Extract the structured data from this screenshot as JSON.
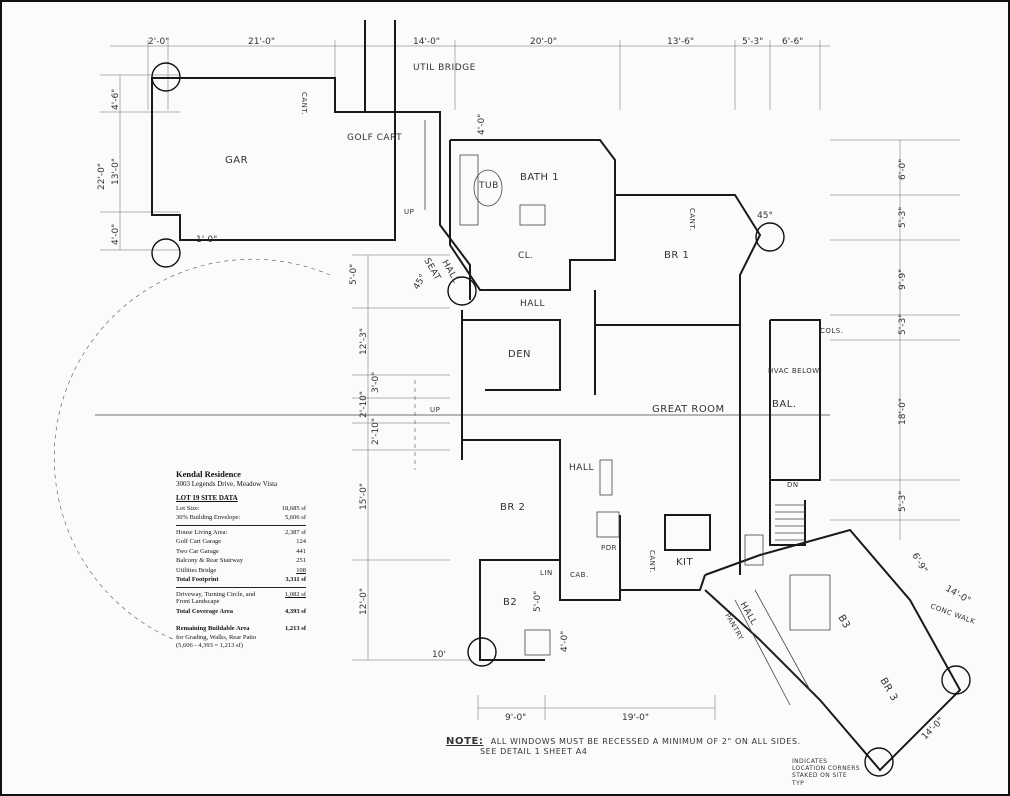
{
  "rooms": {
    "garage": "GAR",
    "golf_cart": "GOLF CART",
    "util_bridge": "UTIL BRIDGE",
    "bath1": "BATH 1",
    "tub": "TUB",
    "closet": "CL.",
    "br1": "BR 1",
    "hall_top": "HALL",
    "hall_diag": "HALL",
    "seat": "SEAT",
    "den": "DEN",
    "great_room": "GREAT ROOM",
    "bal": "BAL.",
    "hvac": "HVAC BELOW",
    "br2": "BR 2",
    "hall_mid": "HALL",
    "lin": "LIN",
    "cab": "CAB.",
    "pdr": "PDR",
    "kit": "KIT",
    "b2": "B2",
    "hall_lower": "HALL",
    "pantry": "PANTRY",
    "b3": "B3",
    "br3": "BR 3",
    "conc_walk": "CONC WALK",
    "cols": "COLS.",
    "cant": "CANT.",
    "up": "UP",
    "dn": "DN"
  },
  "dims": {
    "top": [
      "2'-0\"",
      "21'-0\"",
      "14'-0\"",
      "20'-0\"",
      "13'-6\"",
      "5'-3\"",
      "6'-6\""
    ],
    "left": [
      "4'-6\"",
      "22'-0\"",
      "13'-0\"",
      "4'-0\"",
      "1'-0\"",
      "5'-0\"",
      "12'-3\"",
      "3'-0\"",
      "2'-10\"",
      "2'-10\"",
      "15'-0\"",
      "12'-0\"",
      "10'"
    ],
    "right": [
      "6'-0\"",
      "5'-3\"",
      "9'-9\"",
      "5'-3\"",
      "18'-0\"",
      "5'-3\"",
      "6'-9\"",
      "14'-0\""
    ],
    "bottom": [
      "9'-0\"",
      "19'-0\""
    ],
    "misc": [
      "4'-0\"",
      "45°",
      "45°",
      "5'-0\"",
      "4'-0\"",
      "14'-0\""
    ]
  },
  "site_data": {
    "title": "Kendal Residence",
    "address": "3003 Legends Drive, Meadow Vista",
    "section": "LOT 19 SITE DATA",
    "rows1": [
      {
        "label": "Lot Size:",
        "value": "18,685 sf"
      },
      {
        "label": "30% Building Envelope:",
        "value": "5,606 sf"
      }
    ],
    "rows2": [
      {
        "label": "House Living Area:",
        "value": "2,387 sf"
      },
      {
        "label": "Golf Cart Garage",
        "value": "124"
      },
      {
        "label": "Two Car Garage",
        "value": "441"
      },
      {
        "label": "Balcony & Rear Stairway",
        "value": "251"
      },
      {
        "label": "Utilities Bridge",
        "value": "108"
      }
    ],
    "total_footprint": {
      "label": "Total Footprint",
      "value": "3,311 sf"
    },
    "driveway": {
      "label": "Driveway, Turning Circle, and Front Landscape",
      "value": "1,082 sf"
    },
    "total_coverage": {
      "label": "Total Coverage Area",
      "value": "4,393 sf"
    },
    "remaining": {
      "label": "Remaining Buildable Area",
      "value": "1,213 sf"
    },
    "remaining_sub": "for Grading, Walks, Rear Patio",
    "remaining_calc": "(5,606 - 4,393 = 1,213 sf)"
  },
  "note": {
    "label": "NOTE:",
    "line1": "ALL WINDOWS MUST BE RECESSED A MINIMUM OF 2\" ON ALL SIDES.",
    "line2": "SEE DETAIL 1 SHEET A4"
  },
  "legend": {
    "line1": "INDICATES",
    "line2": "LOCATION CORNERS",
    "line3": "STAKED ON SITE",
    "line4": "TYP"
  }
}
